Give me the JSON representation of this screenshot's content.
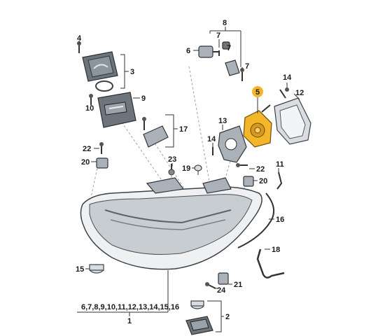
{
  "diagram": {
    "colors": {
      "highlight": "#f3b62b",
      "part": "#d9dde2",
      "line": "#333333"
    },
    "labels": {
      "p1": "6,7,8,9,10,11,12,13,14,15,16",
      "p1_num": "1",
      "p2": "2",
      "p3": "3",
      "p4": "4",
      "p5": "5",
      "p6": "6",
      "p7a": "7",
      "p7b": "7",
      "p7c": "7",
      "p8": "8",
      "p9": "9",
      "p10": "10",
      "p11": "11",
      "p12": "12",
      "p13": "13",
      "p14a": "14",
      "p14b": "14",
      "p15": "15",
      "p16": "16",
      "p17": "17",
      "p18": "18",
      "p19": "19",
      "p20a": "20",
      "p20b": "20",
      "p21": "21",
      "p22a": "22",
      "p22b": "22",
      "p23": "23",
      "p24": "24"
    }
  }
}
